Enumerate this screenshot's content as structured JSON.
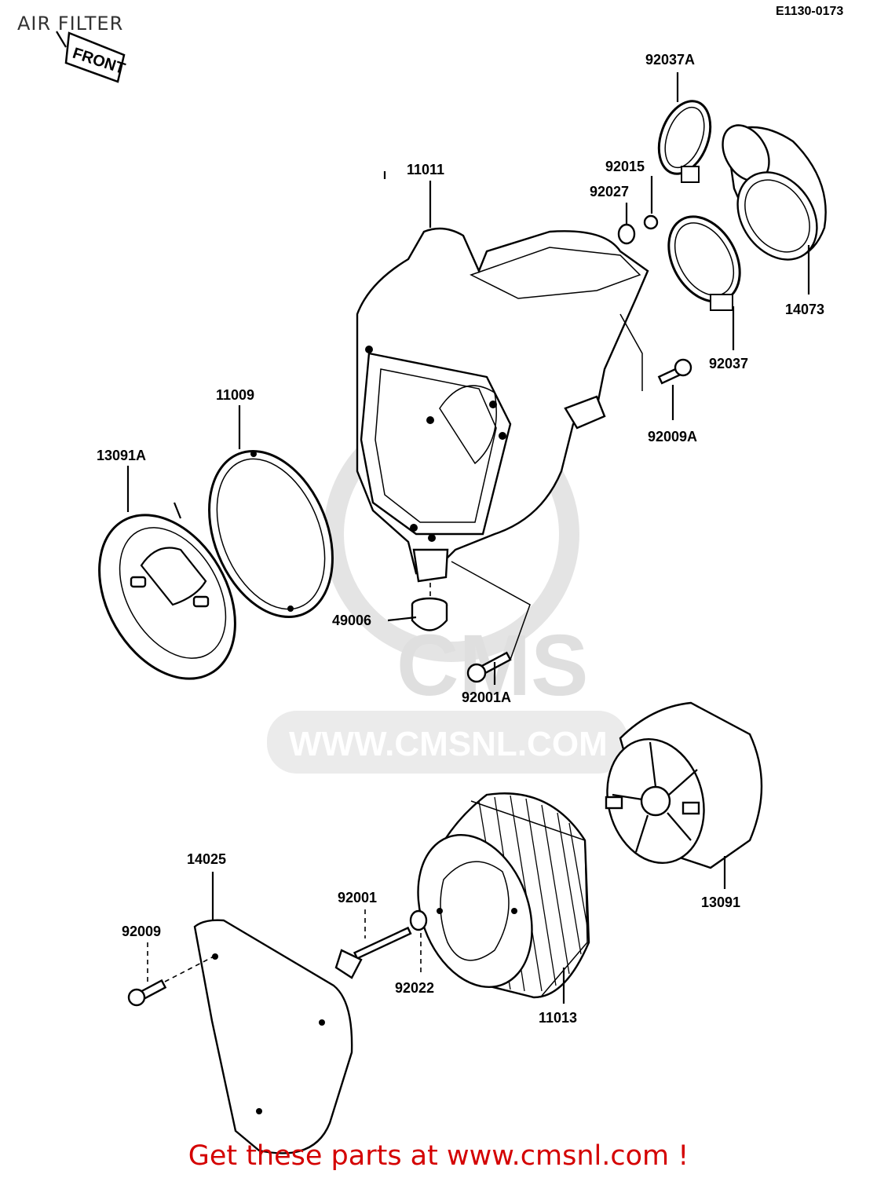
{
  "title": "AIR FILTER",
  "diagram_code": "E1130-0173",
  "front_marker": "FRONT",
  "watermark": {
    "logo_text": "CMS",
    "url_text": "WWW.CMSNL.COM"
  },
  "parts": [
    {
      "id": "p-92037A",
      "label": "92037A"
    },
    {
      "id": "p-92015",
      "label": "92015"
    },
    {
      "id": "p-92027",
      "label": "92027"
    },
    {
      "id": "p-11011",
      "label": "11011"
    },
    {
      "id": "p-14073",
      "label": "14073"
    },
    {
      "id": "p-92037",
      "label": "92037"
    },
    {
      "id": "p-92009A",
      "label": "92009A"
    },
    {
      "id": "p-11009",
      "label": "11009"
    },
    {
      "id": "p-13091A",
      "label": "13091A"
    },
    {
      "id": "p-49006",
      "label": "49006"
    },
    {
      "id": "p-92001A",
      "label": "92001A"
    },
    {
      "id": "p-14025",
      "label": "14025"
    },
    {
      "id": "p-92001",
      "label": "92001"
    },
    {
      "id": "p-13091",
      "label": "13091"
    },
    {
      "id": "p-92009",
      "label": "92009"
    },
    {
      "id": "p-92022",
      "label": "92022"
    },
    {
      "id": "p-11013",
      "label": "11013"
    }
  ],
  "footer": "Get these parts at www.cmsnl.com !"
}
